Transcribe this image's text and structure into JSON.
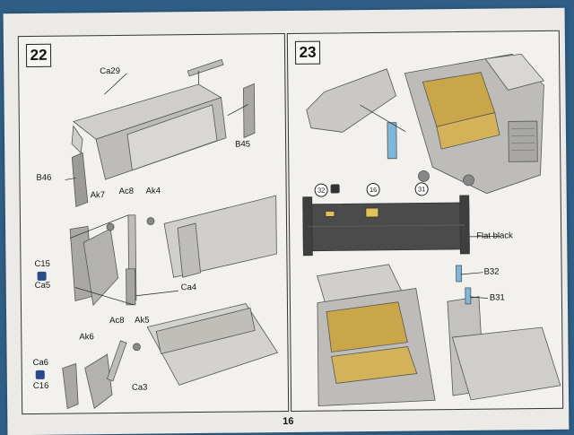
{
  "page_number": "16",
  "steps": [
    {
      "number": "22",
      "labels": {
        "ca29": "Ca29",
        "b45": "B45",
        "b46": "B46",
        "ak7": "Ak7",
        "ac8_top": "Ac8",
        "ak4": "Ak4",
        "c15": "C15",
        "ca5": "Ca5",
        "ca4": "Ca4",
        "ac8_bottom": "Ac8",
        "ak5": "Ak5",
        "ak6": "Ak6",
        "ca6": "Ca6",
        "c16": "C16",
        "ca3": "Ca3"
      }
    },
    {
      "number": "23",
      "labels": {
        "flat_black": "Flat black",
        "b32": "B32",
        "b31": "B31"
      },
      "callouts": [
        "32",
        "16",
        "31"
      ]
    }
  ],
  "colors": {
    "paper": "#ebeae6",
    "part_gray": "#c9c8c5",
    "dark_part": "#4b4b4b",
    "yellow_grid": "#c9a64a",
    "fix_icon": "#2a4a8a"
  }
}
